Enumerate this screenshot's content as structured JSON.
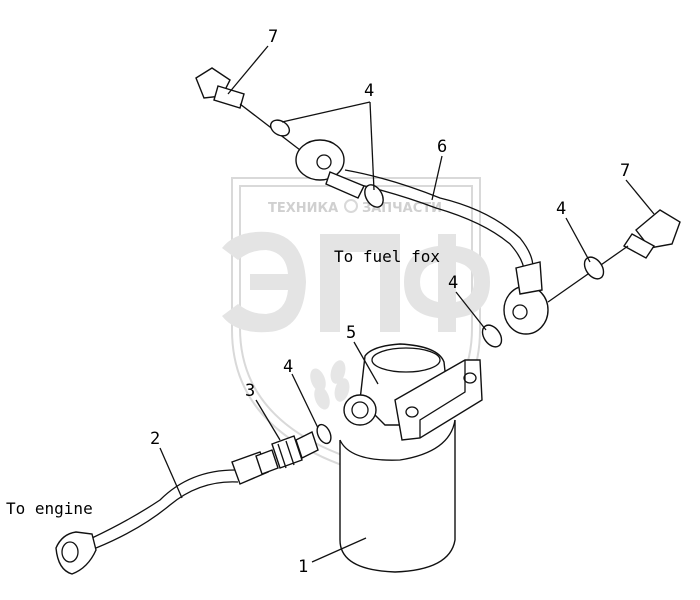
{
  "callouts": {
    "n1": "1",
    "n2": "2",
    "n3": "3",
    "n4a": "4",
    "n4b": "4",
    "n4c": "4",
    "n4d": "4",
    "n5": "5",
    "n6": "6",
    "n7a": "7",
    "n7b": "7"
  },
  "annotations": {
    "to_fuel_box": "To fuel fox",
    "to_engine": "To engine"
  },
  "watermark": {
    "logo_text": "ЭПФ",
    "left_text": "ТЕХНИКА",
    "right_text": "ЗАПЧАСТИ",
    "color": "#d9d9d9"
  }
}
